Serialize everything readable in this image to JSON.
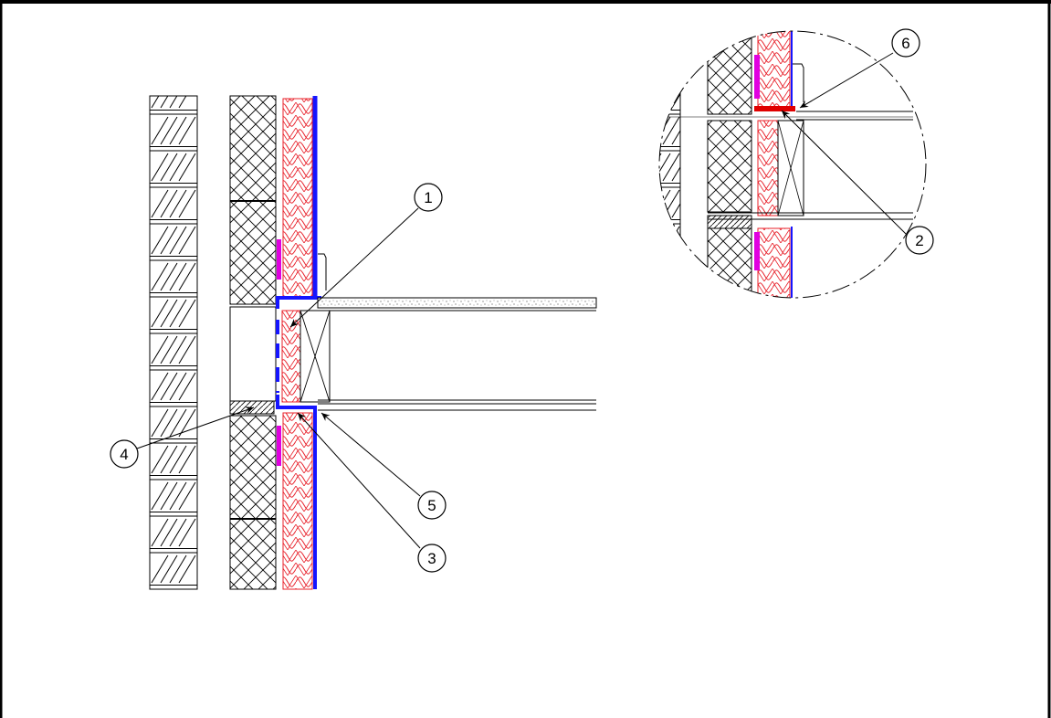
{
  "callouts": [
    {
      "id": "1",
      "label": "1"
    },
    {
      "id": "2",
      "label": "2"
    },
    {
      "id": "3",
      "label": "3"
    },
    {
      "id": "4",
      "label": "4"
    },
    {
      "id": "5",
      "label": "5"
    },
    {
      "id": "6",
      "label": "6"
    }
  ],
  "colors": {
    "membrane": "#1515ff",
    "insulation": "#e8202a",
    "spacer": "#e000e0",
    "seal": "#e00000",
    "line": "#000000"
  },
  "materials": [
    "brick-hatch",
    "cross-hatch-block",
    "insulation-zigzag",
    "screed-stipple"
  ]
}
